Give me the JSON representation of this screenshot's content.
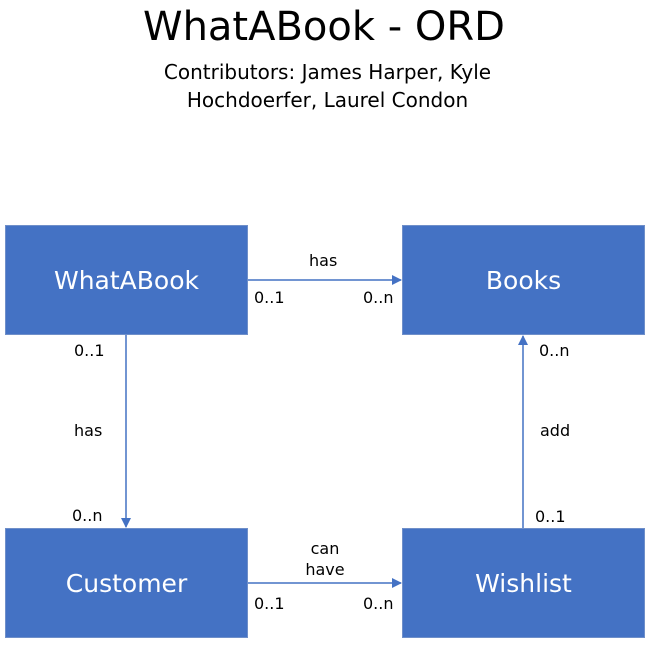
{
  "header": {
    "title": "WhatABook - ORD",
    "subtitle": "Contributors: James Harper, Kyle Hochdoerfer, Laurel Condon"
  },
  "colors": {
    "entity_fill": "#4472c4",
    "connector": "#4472c4",
    "entity_text": "#ffffff"
  },
  "entities": {
    "whatabook": "WhatABook",
    "books": "Books",
    "customer": "Customer",
    "wishlist": "Wishlist"
  },
  "relationships": [
    {
      "from": "WhatABook",
      "to": "Books",
      "label": "has",
      "from_card": "0..1",
      "to_card": "0..n"
    },
    {
      "from": "WhatABook",
      "to": "Customer",
      "label": "has",
      "from_card": "0..1",
      "to_card": "0..n"
    },
    {
      "from": "Customer",
      "to": "Wishlist",
      "label": "can have",
      "from_card": "0..1",
      "to_card": "0..n"
    },
    {
      "from": "Wishlist",
      "to": "Books",
      "label": "add",
      "from_card": "0..1",
      "to_card": "0..n"
    }
  ],
  "labels": {
    "wb_books_rel": "has",
    "wb_books_from": "0..1",
    "wb_books_to": "0..n",
    "wb_cust_rel": "has",
    "wb_cust_from": "0..1",
    "wb_cust_to": "0..n",
    "cust_wish_rel_line1": "can",
    "cust_wish_rel_line2": "have",
    "cust_wish_from": "0..1",
    "cust_wish_to": "0..n",
    "wish_books_rel": "add",
    "wish_books_from": "0..1",
    "wish_books_to": "0..n"
  }
}
